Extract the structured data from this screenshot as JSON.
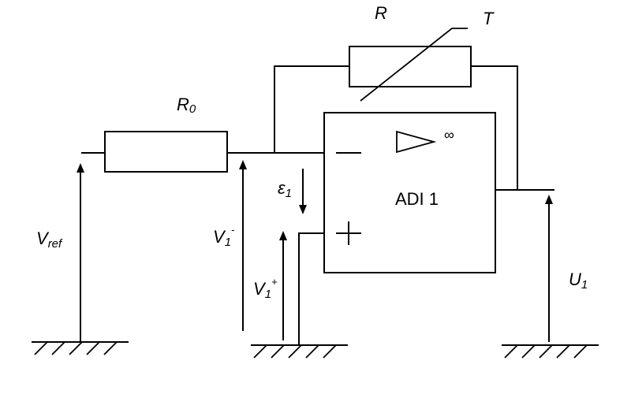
{
  "labels": {
    "r": "R",
    "t": "T",
    "r0_main": "R",
    "r0_sub": "0",
    "vref_main": "V",
    "vref_sub": "ref",
    "v1minus_main": "V",
    "v1minus_sub": "1",
    "v1minus_sup": "-",
    "v1plus_main": "V",
    "v1plus_sub": "1",
    "v1plus_sup": "+",
    "eps_main": "ε",
    "eps_sub": "1",
    "u1_main": "U",
    "u1_sub": "1",
    "opamp": "ADI 1",
    "infinity": "∞",
    "minus_sign": "−",
    "plus_sign": "+"
  }
}
